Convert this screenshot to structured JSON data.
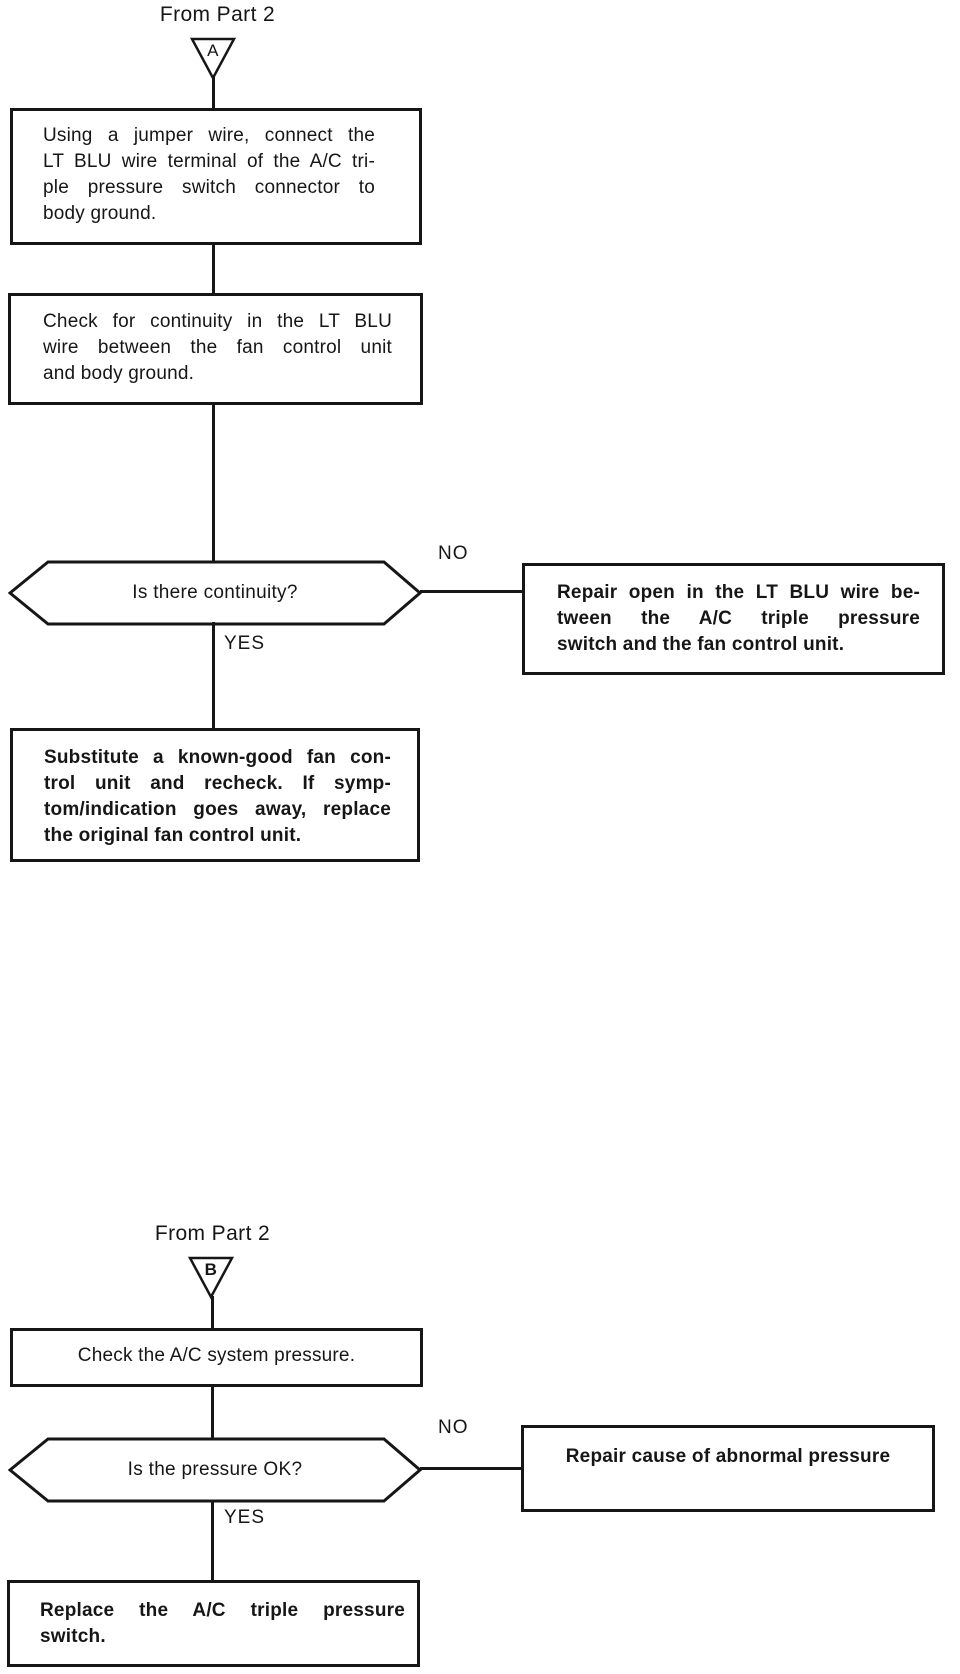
{
  "palette": {
    "ink": "#161616",
    "paper": "#ffffff"
  },
  "section_a": {
    "source_label": "From Part 2",
    "connector_letter": "A",
    "step_jumper_lines": [
      "Using a jumper wire, connect the",
      "LT BLU wire terminal of the A/C tri-",
      "ple pressure switch connector to",
      "body ground."
    ],
    "step_continuity_lines": [
      "Check for continuity in the LT BLU",
      "wire between the fan control unit",
      "and body ground."
    ],
    "decision_label": "Is there continuity?",
    "no_label": "NO",
    "yes_label": "YES",
    "no_action_lines": [
      "Repair open in the LT BLU wire be-",
      "tween the A/C triple pressure",
      "switch and the fan control unit."
    ],
    "yes_action_lines": [
      "Substitute a known-good fan con-",
      "trol unit and recheck. If symp-",
      "tom/indication goes away, replace",
      "the original fan control unit."
    ]
  },
  "section_b": {
    "source_label": "From Part 2",
    "connector_letter": "B",
    "step_pressure": "Check the A/C system pressure.",
    "decision_label": "Is the pressure OK?",
    "no_label": "NO",
    "yes_label": "YES",
    "no_action": "Repair cause of abnormal pressure",
    "yes_action_lines": [
      "Replace the A/C triple pressure",
      "switch."
    ]
  }
}
